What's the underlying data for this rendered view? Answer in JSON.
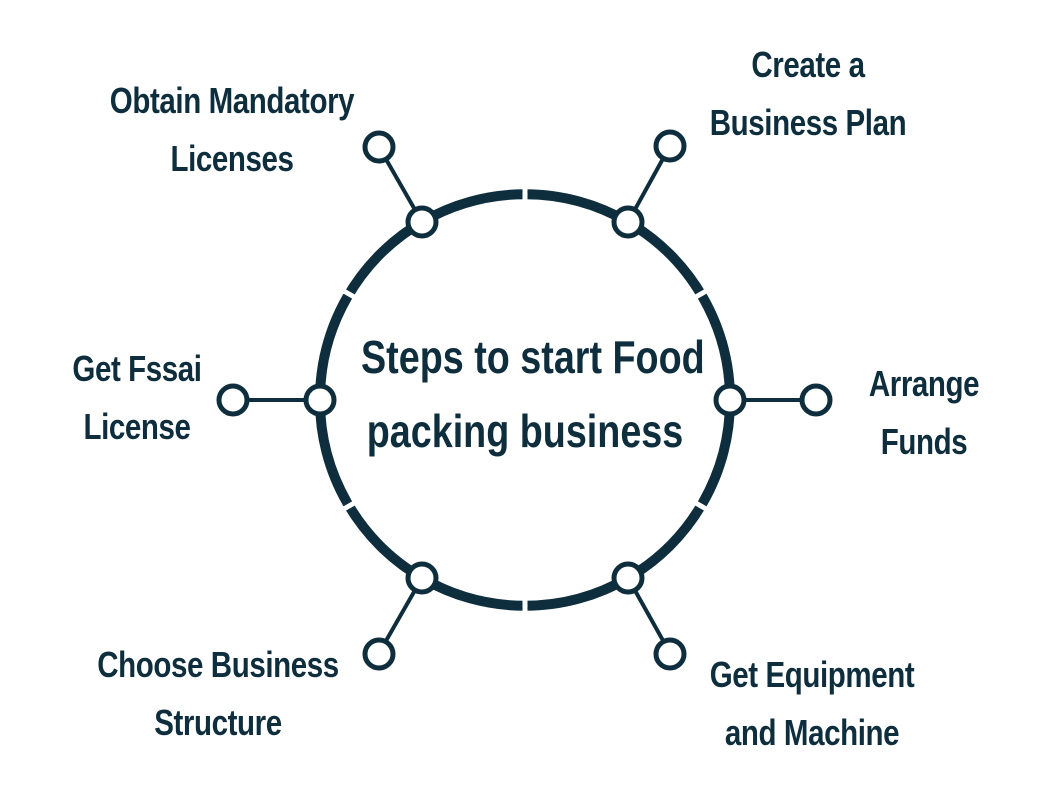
{
  "center": {
    "line1": "Steps to start Food",
    "line2": "packing business"
  },
  "steps": [
    {
      "id": "create-business-plan",
      "line1": "Create a",
      "line2": "Business Plan"
    },
    {
      "id": "arrange-funds",
      "line1": "Arrange",
      "line2": "Funds"
    },
    {
      "id": "get-equipment-and-machine",
      "line1": "Get Equipment",
      "line2": "and Machine"
    },
    {
      "id": "choose-business-structure",
      "line1": "Choose Business",
      "line2": "Structure"
    },
    {
      "id": "get-fssai-license",
      "line1": "Get Fssai",
      "line2": "License"
    },
    {
      "id": "obtain-mandatory-licenses",
      "line1": "Obtain Mandatory",
      "line2": "Licenses"
    }
  ],
  "colors": {
    "ring": "#0f2e3d",
    "text": "#0f2e3d",
    "node_fill": "#ffffff"
  }
}
